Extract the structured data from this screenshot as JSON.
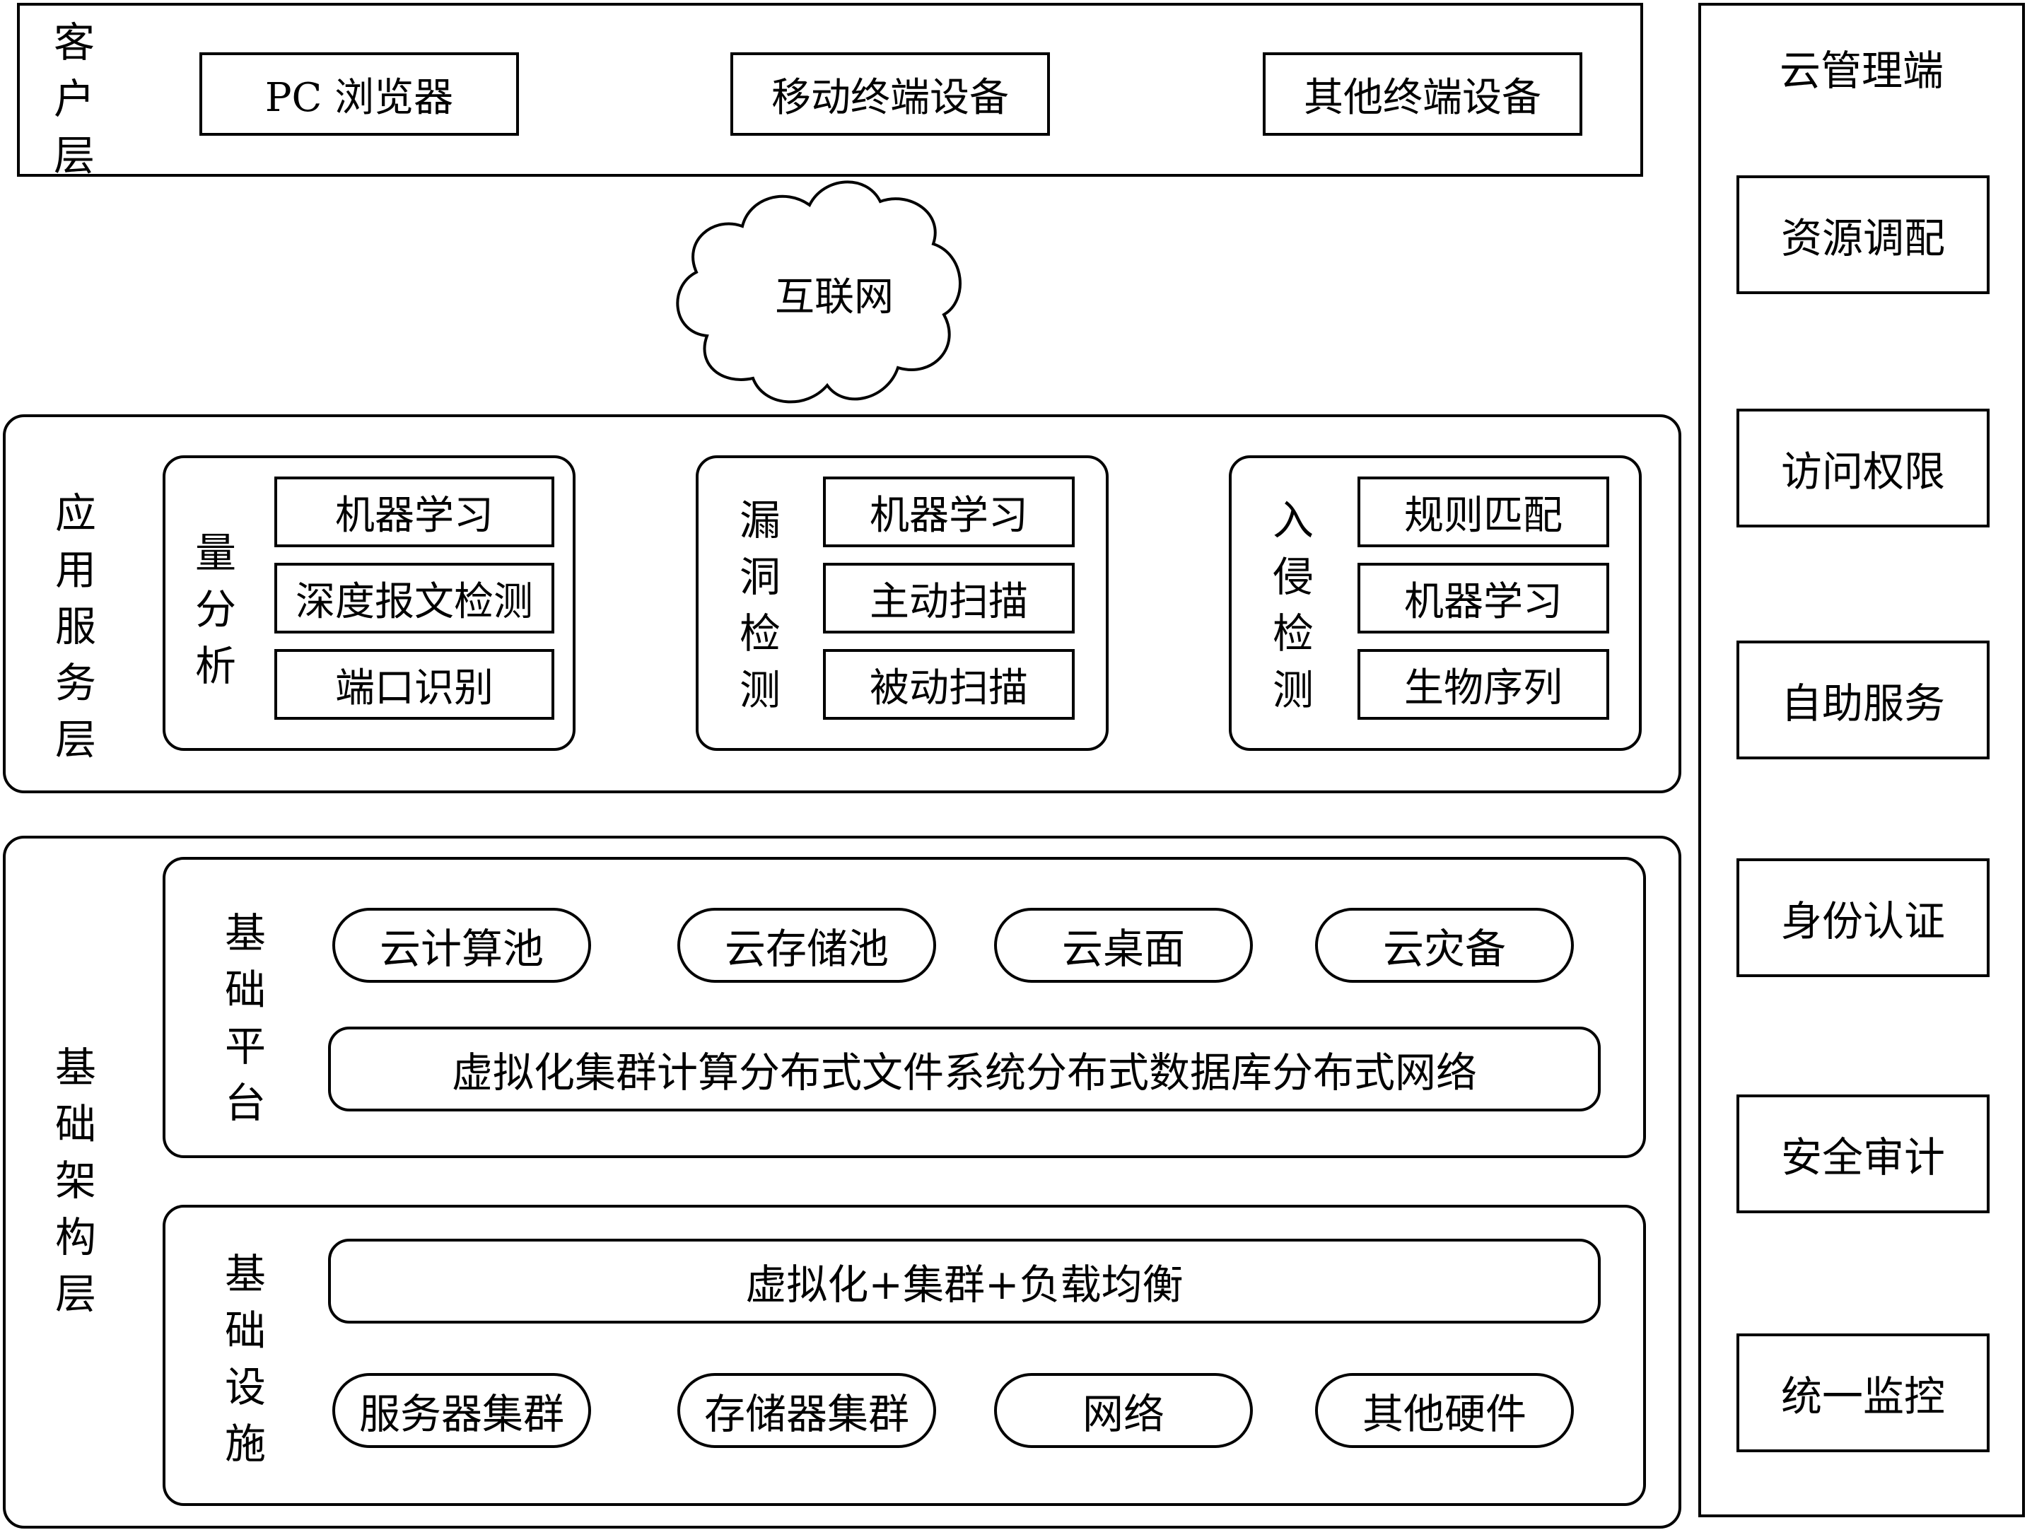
{
  "client_layer": {
    "label": "客\n户\n层",
    "items": [
      "PC 浏览器",
      "移动终端设备",
      "其他终端设备"
    ]
  },
  "internet": {
    "label": "互联网"
  },
  "app_layer": {
    "label": "应\n用\n服\n务\n层",
    "groups": [
      {
        "label": "量\n分\n析",
        "items": [
          "机器学习",
          "深度报文检测",
          "端口识别"
        ]
      },
      {
        "label": "漏\n洞\n检\n测",
        "items": [
          "机器学习",
          "主动扫描",
          "被动扫描"
        ]
      },
      {
        "label": "入\n侵\n检\n测",
        "items": [
          "规则匹配",
          "机器学习",
          "生物序列"
        ]
      }
    ]
  },
  "infra_layer": {
    "label": "基\n础\n架\n构\n层",
    "platform": {
      "label": "基\n础\n平\n台",
      "pills": [
        "云计算池",
        "云存储池",
        "云桌面",
        "云灾备"
      ],
      "bar": "虚拟化集群计算分布式文件系统分布式数据库分布式网络"
    },
    "facilities": {
      "label": "基\n础\n设\n施",
      "bar": "虚拟化+集群+负载均衡",
      "pills": [
        "服务器集群",
        "存储器集群",
        "网络",
        "其他硬件"
      ]
    }
  },
  "cloud_mgmt": {
    "title": "云管理端",
    "items": [
      "资源调配",
      "访问权限",
      "自助服务",
      "身份认证",
      "安全审计",
      "统一监控"
    ]
  }
}
